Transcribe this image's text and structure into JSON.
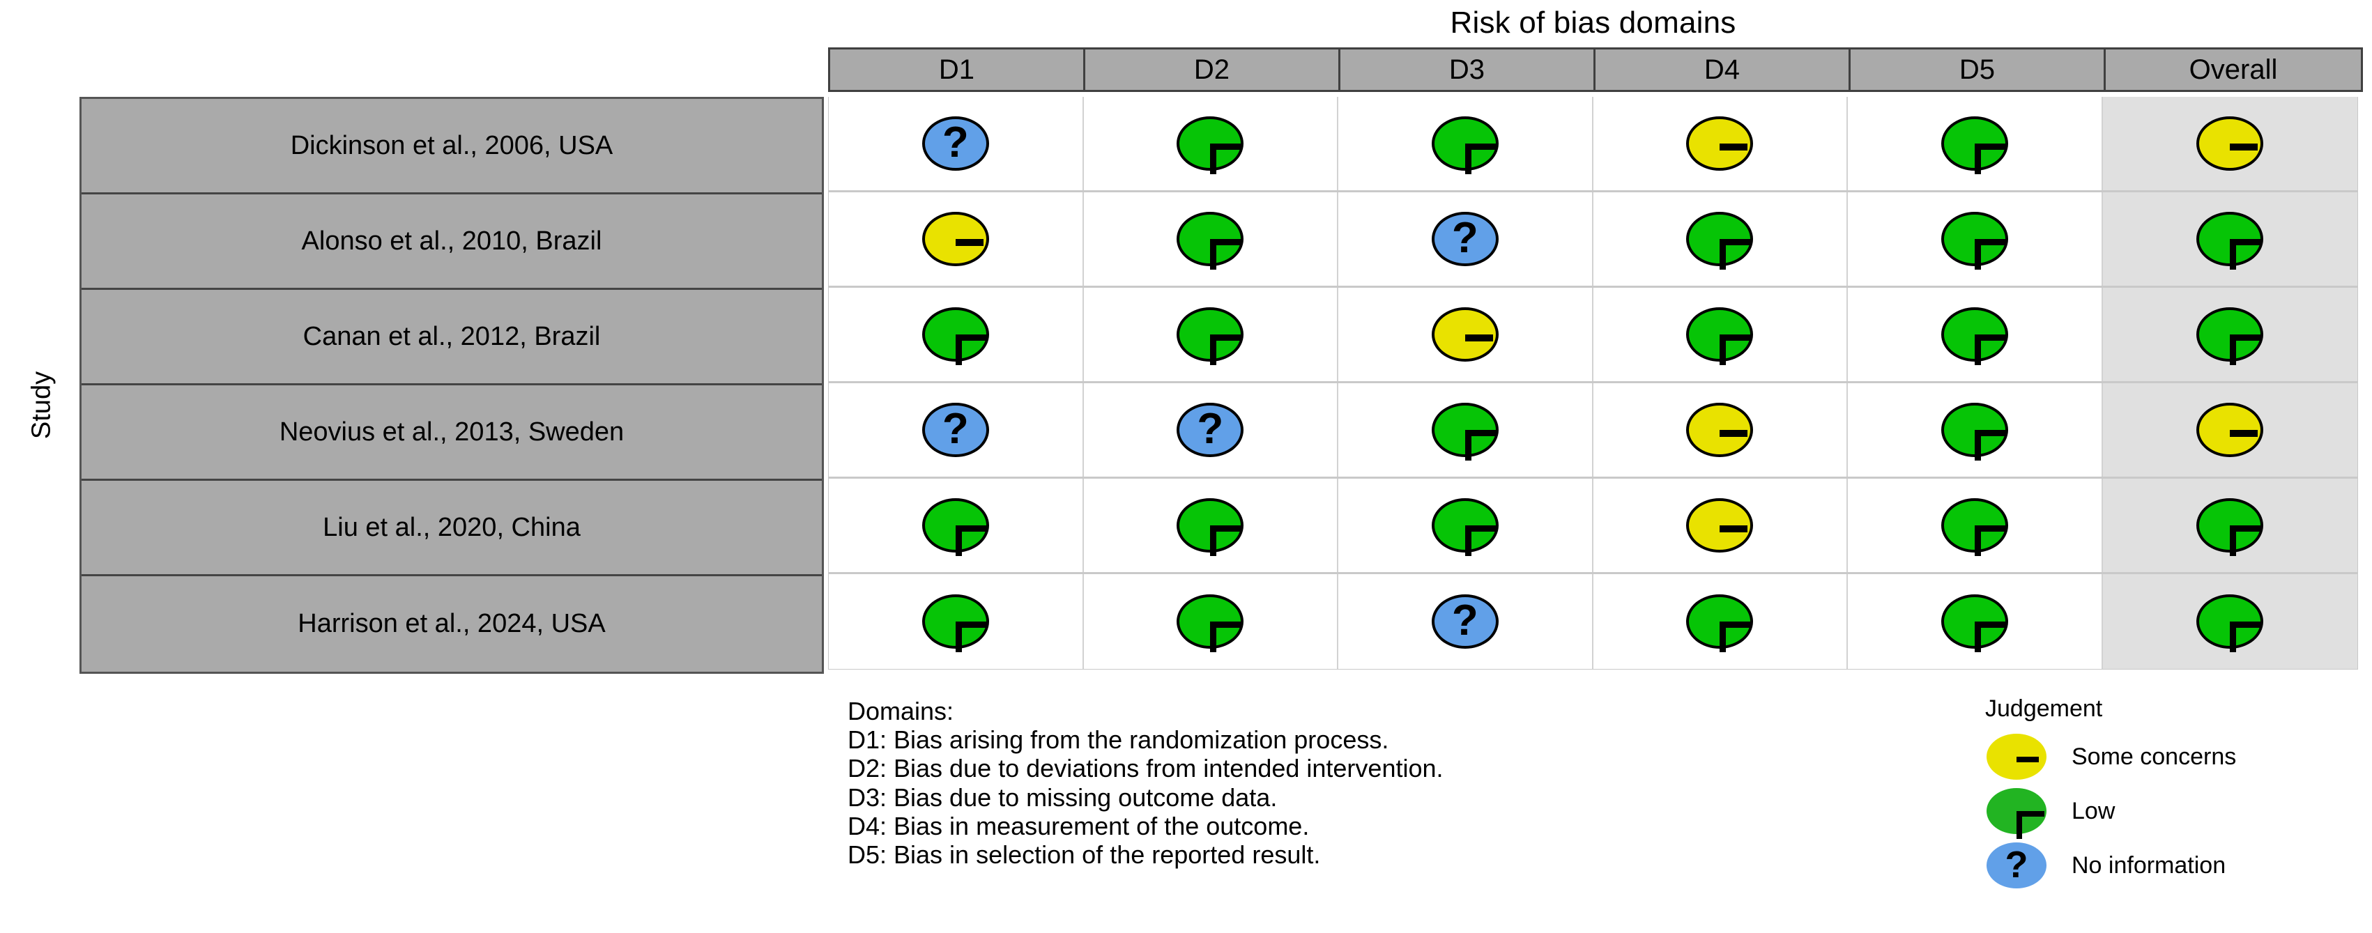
{
  "chart_data": {
    "type": "table",
    "title": "Risk of bias domains",
    "ylabel": "Study",
    "columns": [
      "D1",
      "D2",
      "D3",
      "D4",
      "D5",
      "Overall"
    ],
    "rows": [
      "Dickinson et al., 2006, USA",
      "Alonso et al., 2010, Brazil",
      "Canan et al., 2012, Brazil",
      "Neovius et al., 2013, Sweden",
      "Liu et al., 2020, China",
      "Harrison et al., 2024, USA"
    ],
    "judgements": [
      [
        "noinfo",
        "low",
        "low",
        "some",
        "low",
        "some"
      ],
      [
        "some",
        "low",
        "noinfo",
        "low",
        "low",
        "low"
      ],
      [
        "low",
        "low",
        "some",
        "low",
        "low",
        "low"
      ],
      [
        "noinfo",
        "noinfo",
        "low",
        "some",
        "low",
        "some"
      ],
      [
        "low",
        "low",
        "low",
        "some",
        "low",
        "low"
      ],
      [
        "low",
        "low",
        "noinfo",
        "low",
        "low",
        "low"
      ]
    ],
    "legend_position": "bottom-right",
    "colors": {
      "low": "#06c406",
      "some": "#e9e200",
      "noinfo": "#61a0e8",
      "header_fill": "#aaaaaa",
      "overall_fill": "#e0e0e0"
    }
  },
  "title": "Risk of bias domains",
  "axis": {
    "study_label": "Study"
  },
  "header": {
    "columns": [
      {
        "id": "d1",
        "label": "D1"
      },
      {
        "id": "d2",
        "label": "D2"
      },
      {
        "id": "d3",
        "label": "D3"
      },
      {
        "id": "d4",
        "label": "D4"
      },
      {
        "id": "d5",
        "label": "D5"
      },
      {
        "id": "overall",
        "label": "Overall"
      }
    ]
  },
  "studies": [
    {
      "label": "Dickinson et al., 2006, USA"
    },
    {
      "label": "Alonso et al., 2010, Brazil"
    },
    {
      "label": "Canan et al., 2012, Brazil"
    },
    {
      "label": "Neovius et al., 2013, Sweden"
    },
    {
      "label": "Liu et al., 2020, China"
    },
    {
      "label": "Harrison et al., 2024, USA"
    }
  ],
  "domains_key": {
    "heading": "Domains:",
    "lines": [
      "D1: Bias arising from the randomization process.",
      "D2: Bias due to deviations from intended intervention.",
      "D3: Bias due to missing outcome data.",
      "D4: Bias in measurement of the outcome.",
      "D5: Bias in selection of the reported result."
    ]
  },
  "judgement_key": {
    "heading": "Judgement",
    "items": [
      {
        "kind": "some",
        "symbol": "-",
        "label": "Some concerns"
      },
      {
        "kind": "low",
        "symbol": "+",
        "label": "Low"
      },
      {
        "kind": "noinfo",
        "symbol": "?",
        "label": "No information"
      }
    ]
  }
}
